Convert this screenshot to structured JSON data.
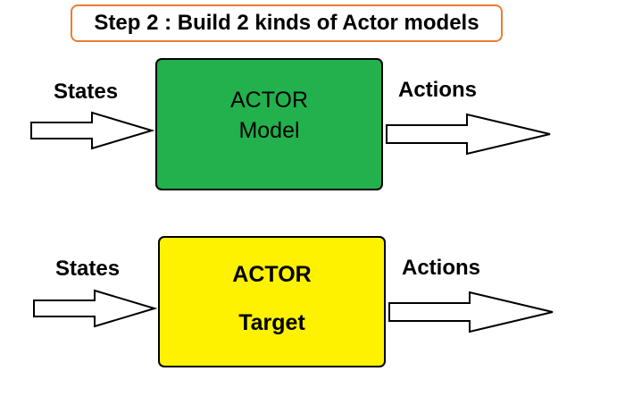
{
  "title": "Step 2 : Build 2 kinds of Actor models",
  "model_block": {
    "line1": "ACTOR",
    "line2": "Model",
    "fill": "#22B14C",
    "input_label": "States",
    "output_label": "Actions"
  },
  "target_block": {
    "line1": "ACTOR",
    "line2": "Target",
    "fill": "#FFF200",
    "input_label": "States",
    "output_label": "Actions"
  },
  "colors": {
    "title_border": "#ED7D31",
    "stroke": "#000000"
  }
}
